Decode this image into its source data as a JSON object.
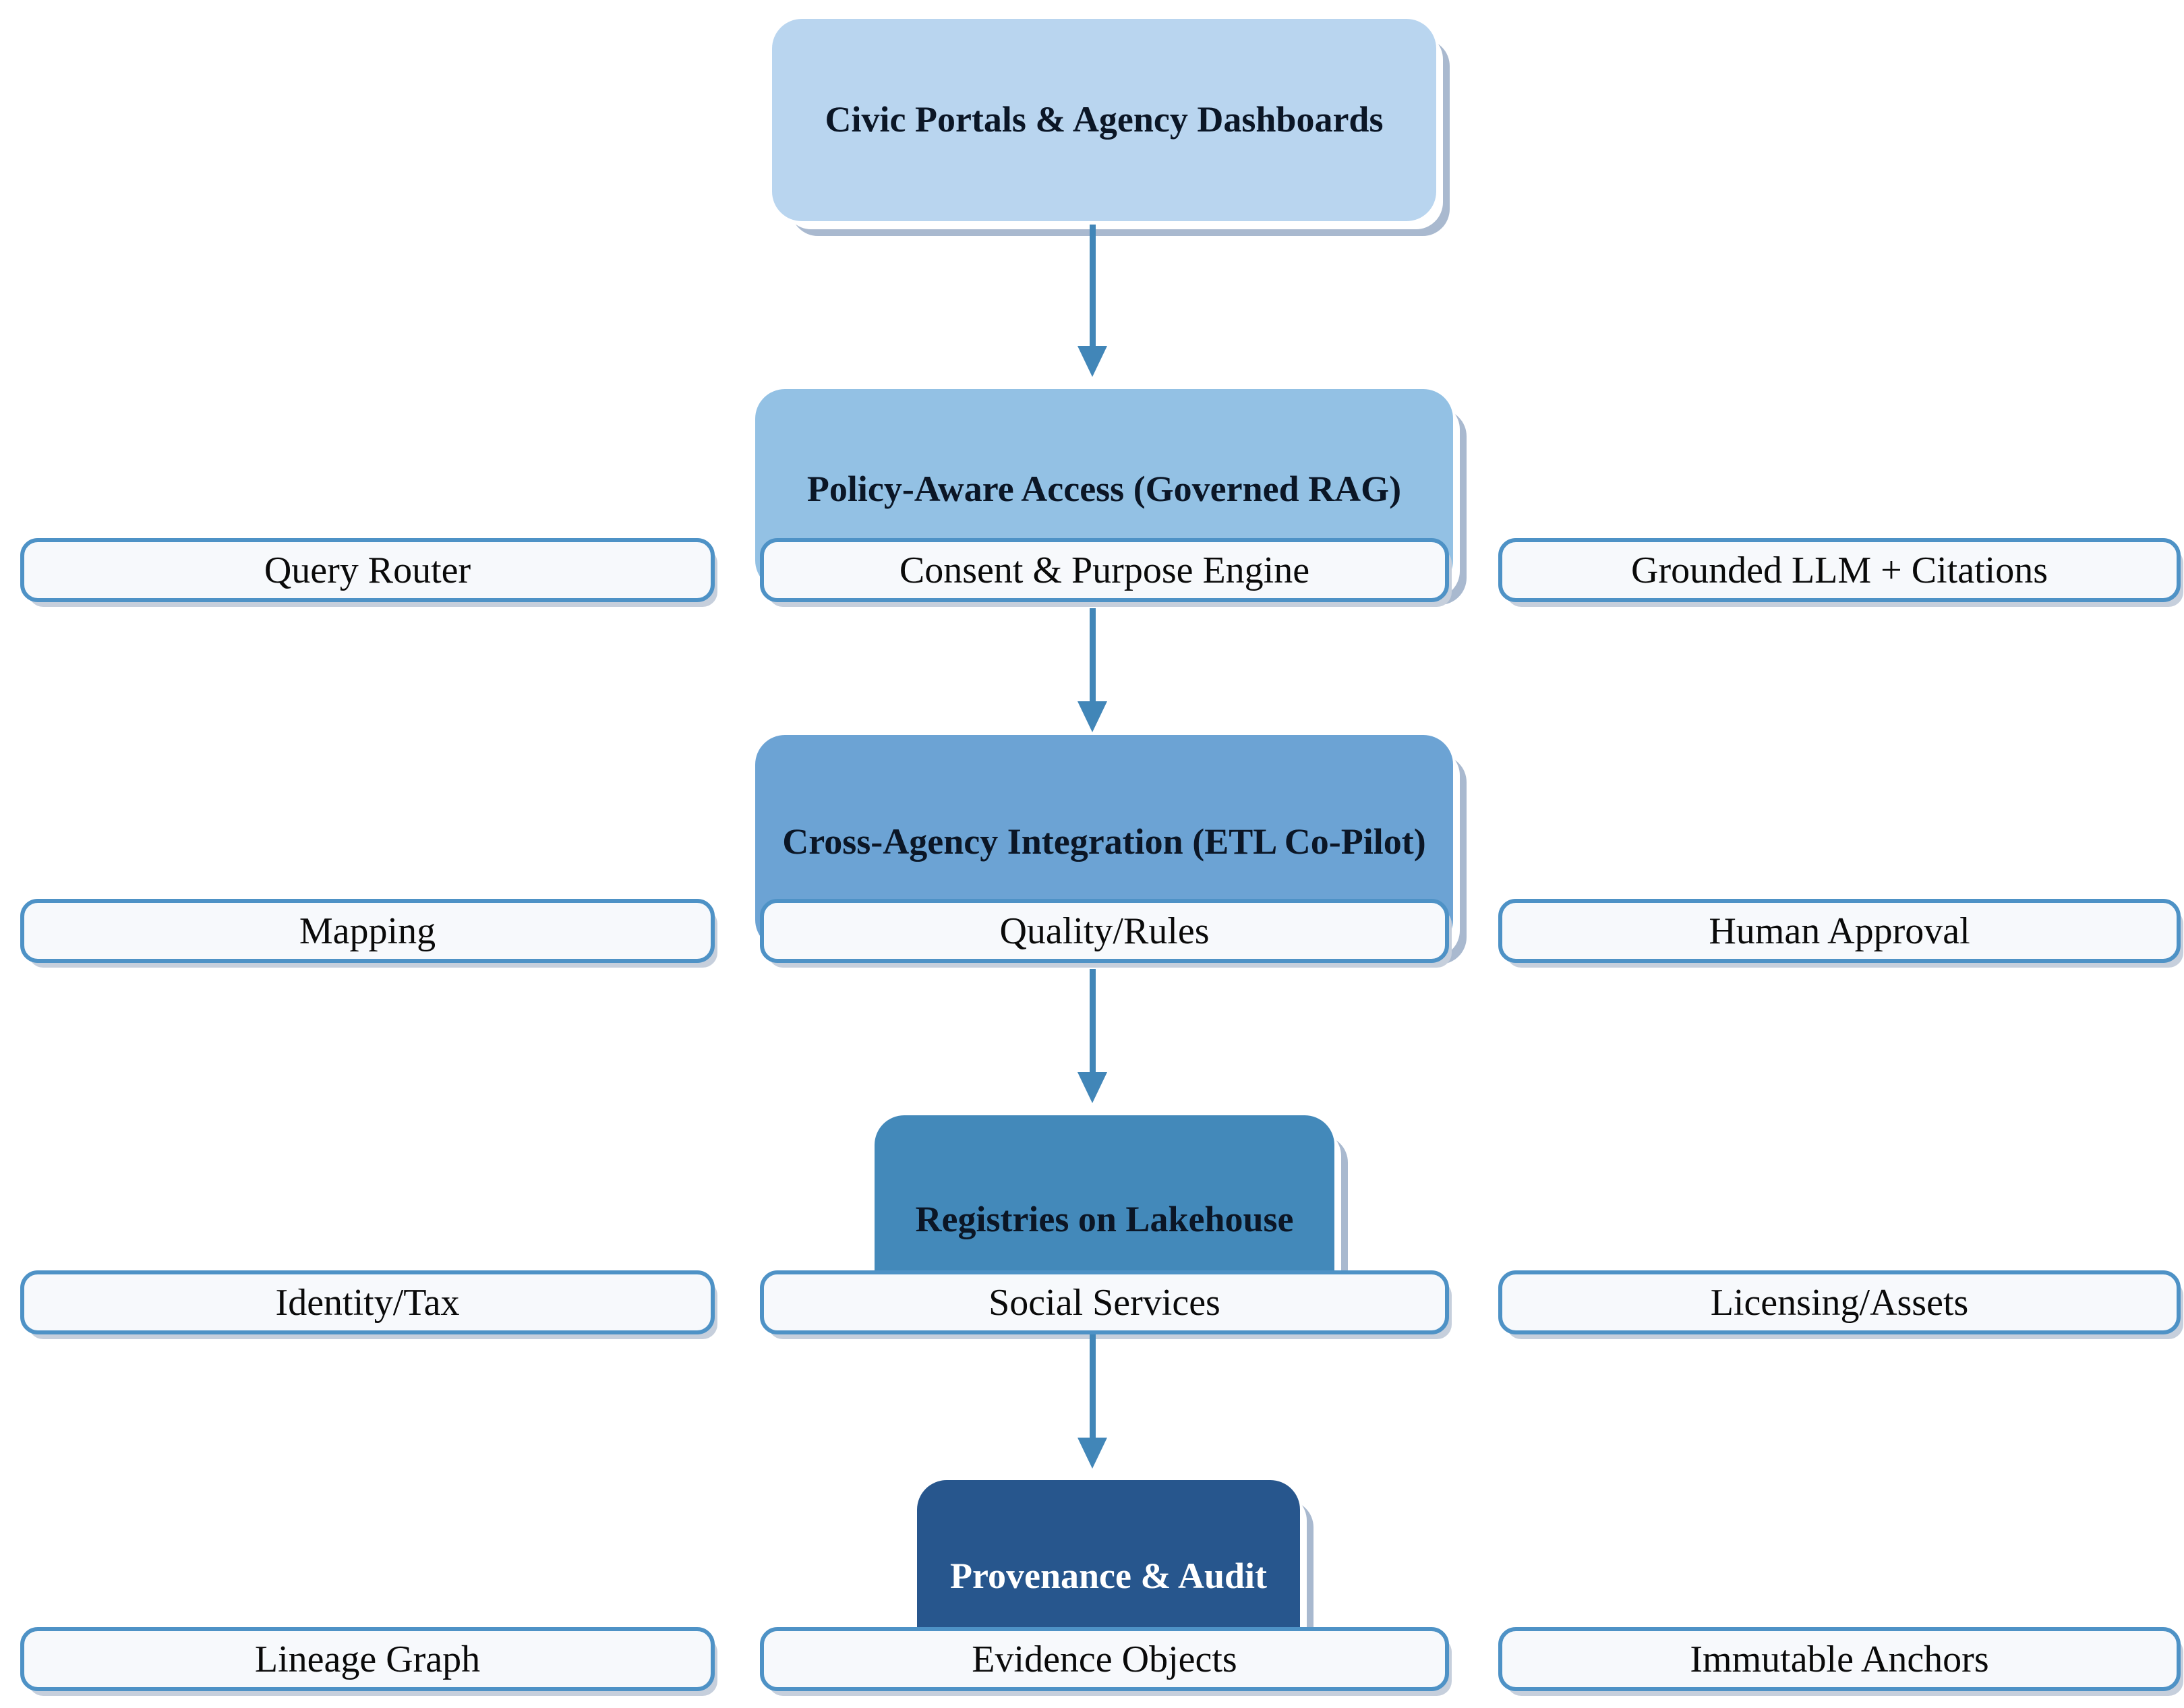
{
  "diagram": {
    "nodes": {
      "tier1": "Civic Portals & Agency Dashboards",
      "tier2": "Policy-Aware Access (Governed RAG)",
      "tier2_left": "Query Router",
      "tier2_center": "Consent & Purpose Engine",
      "tier2_right": "Grounded LLM + Citations",
      "tier3": "Cross-Agency Integration (ETL Co-Pilot)",
      "tier3_left": "Mapping",
      "tier3_center": "Quality/Rules",
      "tier3_right": "Human Approval",
      "tier4": "Registries on Lakehouse",
      "tier4_left": "Identity/Tax",
      "tier4_center": "Social Services",
      "tier4_right": "Licensing/Assets",
      "tier5": "Provenance & Audit",
      "tier5_left": "Lineage Graph",
      "tier5_center": "Evidence Objects",
      "tier5_right": "Immutable Anchors"
    },
    "colors": {
      "tier1_fill": "#B9D5EF",
      "tier2_fill": "#93C1E4",
      "tier3_fill": "#6CA3D4",
      "tier4_fill": "#4389BA",
      "tier5_fill": "#27568D",
      "pill_fill": "#F7F9FC",
      "pill_border": "#4E92C6",
      "arrow": "#4186B8",
      "shadow": "#A9B9CF",
      "title_text": "#0B1626",
      "tier5_title_text": "#FFFFFF"
    }
  }
}
